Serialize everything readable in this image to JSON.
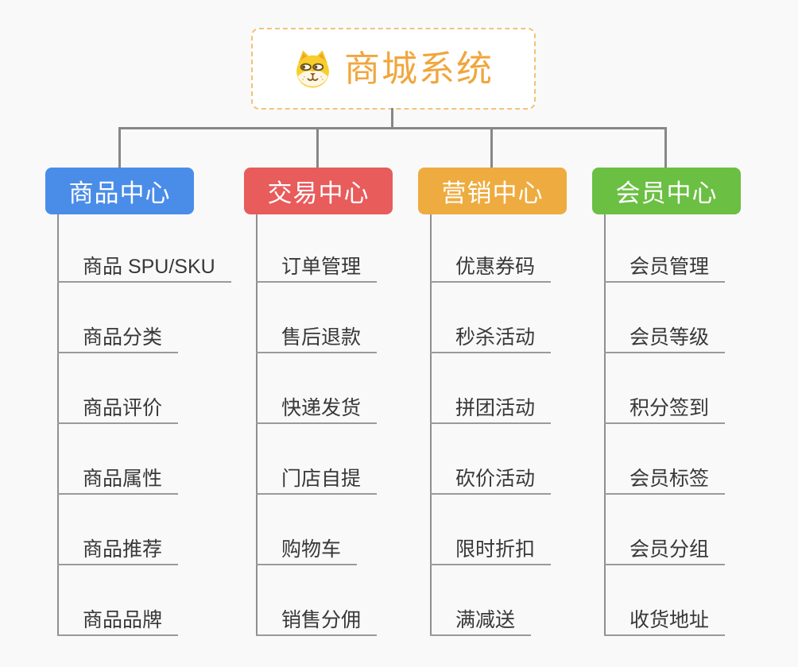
{
  "root": {
    "title": "商城系统",
    "icon": "dog-face-icon",
    "accent_color": "#f0a63d",
    "border_color": "#f2c27c"
  },
  "connector_color": "#878787",
  "underline_color": "#9a9a9a",
  "branches": [
    {
      "label": "商品中心",
      "color": "#4a8de9",
      "items": [
        "商品 SPU/SKU",
        "商品分类",
        "商品评价",
        "商品属性",
        "商品推荐",
        "商品品牌"
      ]
    },
    {
      "label": "交易中心",
      "color": "#e85c5c",
      "items": [
        "订单管理",
        "售后退款",
        "快递发货",
        "门店自提",
        "购物车",
        "销售分佣"
      ]
    },
    {
      "label": "营销中心",
      "color": "#eeab3f",
      "items": [
        "优惠券码",
        "秒杀活动",
        "拼团活动",
        "砍价活动",
        "限时折扣",
        "满减送"
      ]
    },
    {
      "label": "会员中心",
      "color": "#6bbf43",
      "items": [
        "会员管理",
        "会员等级",
        "积分签到",
        "会员标签",
        "会员分组",
        "收货地址"
      ]
    }
  ]
}
